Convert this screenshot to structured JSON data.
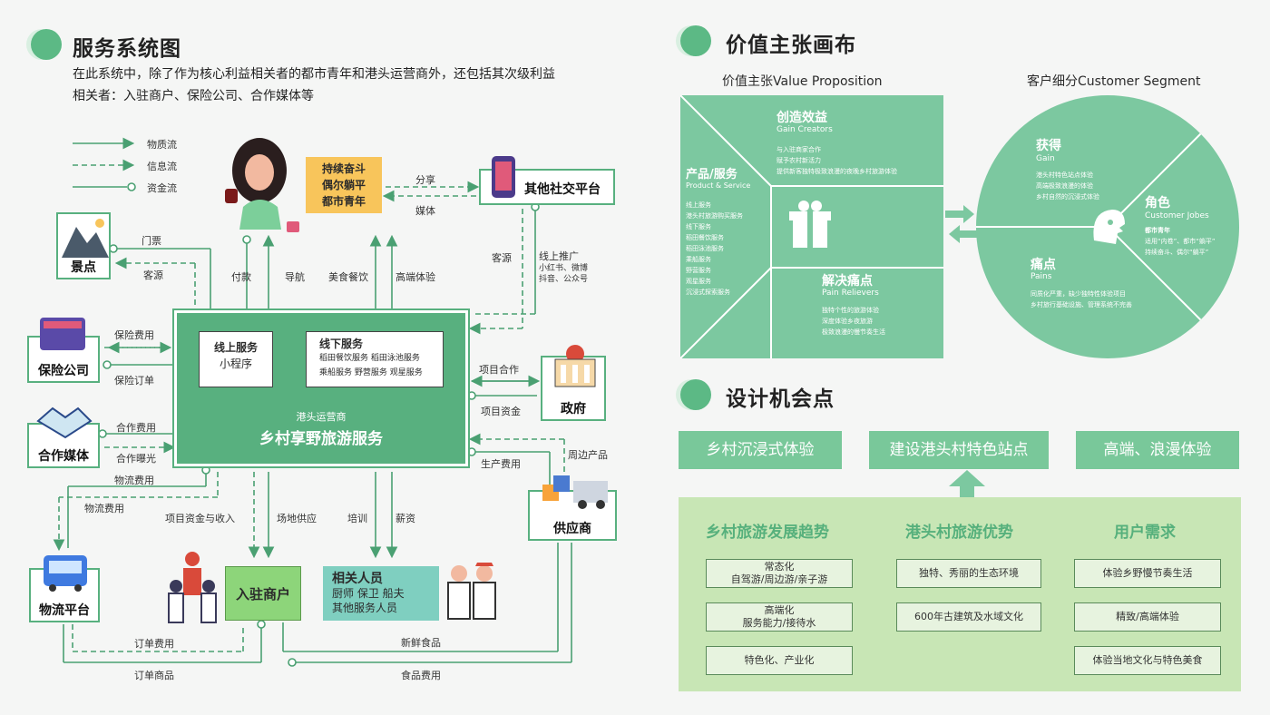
{
  "left": {
    "title": "服务系统图",
    "intro_line1": "在此系统中，除了作为核心利益相关者的都市青年和港头运营商外，还包括其次级利益",
    "intro_line2": "相关者：入驻商户、保险公司、合作媒体等",
    "legend": {
      "material": "物质流",
      "info": "信息流",
      "money": "资金流"
    },
    "nodes": {
      "youth": [
        "持续奋斗",
        "偶尔躺平",
        "都市青年"
      ],
      "social": "其他社交平台",
      "scenic": "景点",
      "insurance": "保险公司",
      "media": "合作媒体",
      "government": "政府",
      "supplier": "供应商",
      "logistics": "物流平台",
      "merchant": "入驻商户",
      "staff_title": "相关人员",
      "staff_line1": "厨师 保卫 船夫",
      "staff_line2": "其他服务人员"
    },
    "center": {
      "online_title": "线上服务",
      "online_sub": "小程序",
      "offline_title": "线下服务",
      "offline_line1": "稻田餐饮服务 稻田泳池服务",
      "offline_line2": "乘船服务 野营服务 观星服务",
      "operator": "港头运营商",
      "service": "乡村享野旅游服务"
    },
    "edges": {
      "share": "分享",
      "media": "媒体",
      "ticket": "门票",
      "visitors1": "客源",
      "visitors2": "客源",
      "pay": "付款",
      "navigation": "导航",
      "food": "美食餐饮",
      "premium": "高端体验",
      "online_promo": "线上推广",
      "promo_channels1": "小红书、微博",
      "promo_channels2": "抖音、公众号",
      "insurance_fee": "保险费用",
      "insurance_order": "保险订单",
      "coop_fee": "合作费用",
      "coop_exposure": "合作曝光",
      "project_coop": "项目合作",
      "project_fund": "项目资金",
      "nearby_products": "周边产品",
      "production_fee": "生产费用",
      "logistics_fee1": "物流费用",
      "logistics_fee2": "物流费用",
      "project_fund_income": "项目资金与收入",
      "venue_supply": "场地供应",
      "training": "培训",
      "salary": "薪资",
      "order_fee": "订单费用",
      "order_goods": "订单商品",
      "fresh_food": "新鲜食品",
      "food_fee": "食品费用"
    }
  },
  "right": {
    "canvas_title": "价值主张画布",
    "vp_label": "价值主张Value Proposition",
    "cs_label": "客户细分Customer Segment",
    "gain_creators": {
      "title": "创造效益",
      "en": "Gain Creators",
      "items": [
        "与入驻商家合作",
        "赋予农村新活力",
        "提供新客独特极致浪漫的夜晚乡村旅游体验"
      ]
    },
    "products": {
      "title": "产品/服务",
      "en": "Product & Service",
      "items": [
        "线上服务",
        "港头村旅游购买服务",
        "线下服务",
        "稻田餐饮服务",
        "稻田泳池服务",
        "乘船服务",
        "野营服务",
        "观星服务",
        "沉浸式探索服务"
      ]
    },
    "pain_relievers": {
      "title": "解决痛点",
      "en": "Pain Relievers",
      "items": [
        "独特个性的旅游体验",
        "深度体验乡夜旅游",
        "极致浪漫的慢节奏生活"
      ]
    },
    "gains": {
      "title": "获得",
      "en": "Gain",
      "items": [
        "港头村特色站点体验",
        "高端极致浪漫的体验",
        "乡村自然的沉浸式体验"
      ]
    },
    "jobs": {
      "title": "角色",
      "en": "Customer Jobes",
      "items": [
        "都市青年",
        "适用“内卷”、都市“躺平”",
        "持续奋斗、偶尔“躺平”"
      ]
    },
    "pains": {
      "title": "痛点",
      "en": "Pains",
      "items": [
        "同质化严重，缺少独特性体验项目",
        "乡村旅行基础设施、管理系统不完善"
      ]
    },
    "design_title": "设计机会点",
    "opportunities": [
      "乡村沉浸式体验",
      "建设港头村特色站点",
      "高端、浪漫体验"
    ],
    "columns": [
      {
        "title": "乡村旅游发展趋势",
        "tags": [
          "常态化\n自驾游/周边游/亲子游",
          "高端化\n服务能力/接待水",
          "特色化、产业化"
        ]
      },
      {
        "title": "港头村旅游优势",
        "tags": [
          "独特、秀丽的生态环境",
          "600年古建筑及水域文化"
        ]
      },
      {
        "title": "用户需求",
        "tags": [
          "体验乡野慢节奏生活",
          "精致/高端体验",
          "体验当地文化与特色美食"
        ]
      }
    ]
  },
  "colors": {
    "accent": "#5cb985",
    "panel": "#7cc8a0",
    "light_panel": "#c8e6b5",
    "youth": "#f8c55b",
    "merchant": "#8dd57a",
    "staff": "#7fcfc0"
  }
}
